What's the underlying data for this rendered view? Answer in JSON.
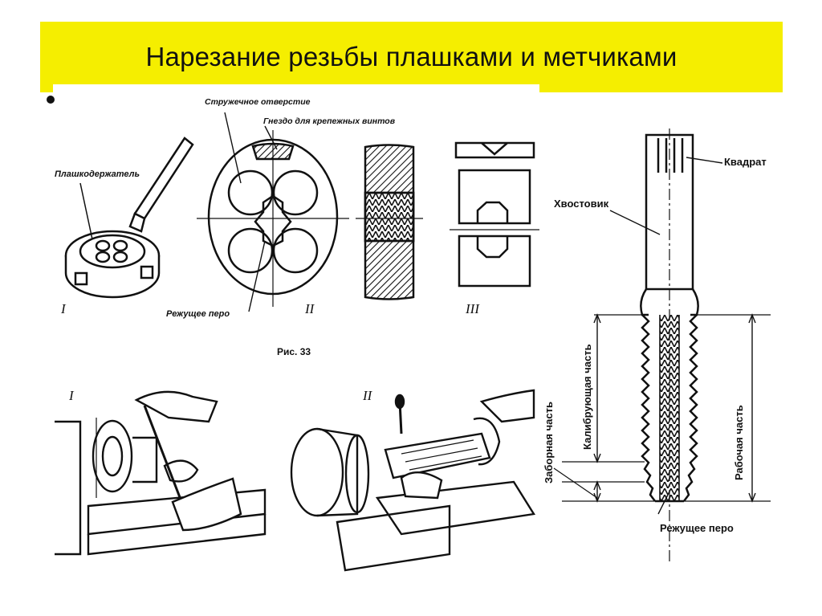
{
  "slide": {
    "title": "Нарезание резьбы плашками и метчиками"
  },
  "figure33": {
    "caption": "Рис. 33",
    "labels": {
      "die_holder": "Плашкодержатель",
      "chip_hole": "Стружечное отверстие",
      "screw_socket": "Гнездо для крепежных винтов",
      "cutting_edge": "Режущее перо"
    },
    "numerals": {
      "n1": "I",
      "n2": "II",
      "n3": "III"
    }
  },
  "lathe_views": {
    "numerals": {
      "n1": "I",
      "n2": "II"
    }
  },
  "tap": {
    "labels": {
      "square": "Квадрат",
      "shank": "Хвостовик",
      "lead_part": "Заборная часть",
      "calibrating_part": "Калибрующая часть",
      "working_part": "Рабочая часть",
      "cutting_edge": "Режущее перо"
    }
  },
  "colors": {
    "title_band": "#f5ee00",
    "ink": "#111111",
    "background": "#ffffff"
  }
}
